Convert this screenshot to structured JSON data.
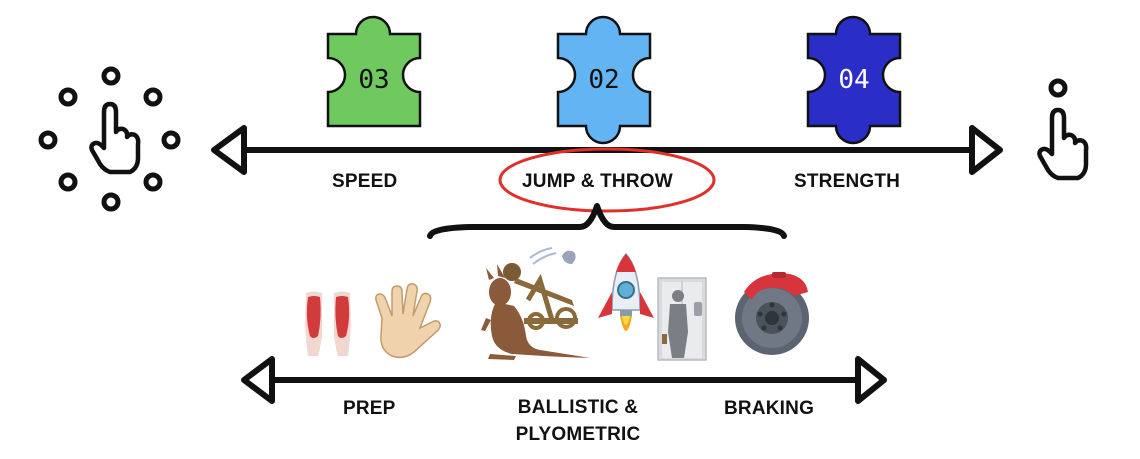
{
  "puzzles": [
    {
      "number": "03",
      "color": "#6fc95e",
      "text_color": "#111111"
    },
    {
      "number": "02",
      "color": "#63b4f3",
      "text_color": "#111111"
    },
    {
      "number": "04",
      "color": "#2b2ec6",
      "text_color": "#ffffff"
    }
  ],
  "top_labels": {
    "speed": "SPEED",
    "jump_throw": "JUMP & THROW",
    "strength": "STRENGTH"
  },
  "bottom_labels": {
    "prep": "PREP",
    "ballistic_line1": "BALLISTIC &",
    "ballistic_line2": "PLYOMETRIC",
    "braking": "BRAKING"
  },
  "highlight_color": "#e0302a",
  "icons": [
    "multi-tap-hand-icon",
    "single-tap-hand-icon",
    "leg-muscles-icon",
    "open-hand-icon",
    "kangaroo-icon",
    "catapult-icon",
    "rocket-icon",
    "elevator-icon",
    "brake-disc-icon"
  ]
}
